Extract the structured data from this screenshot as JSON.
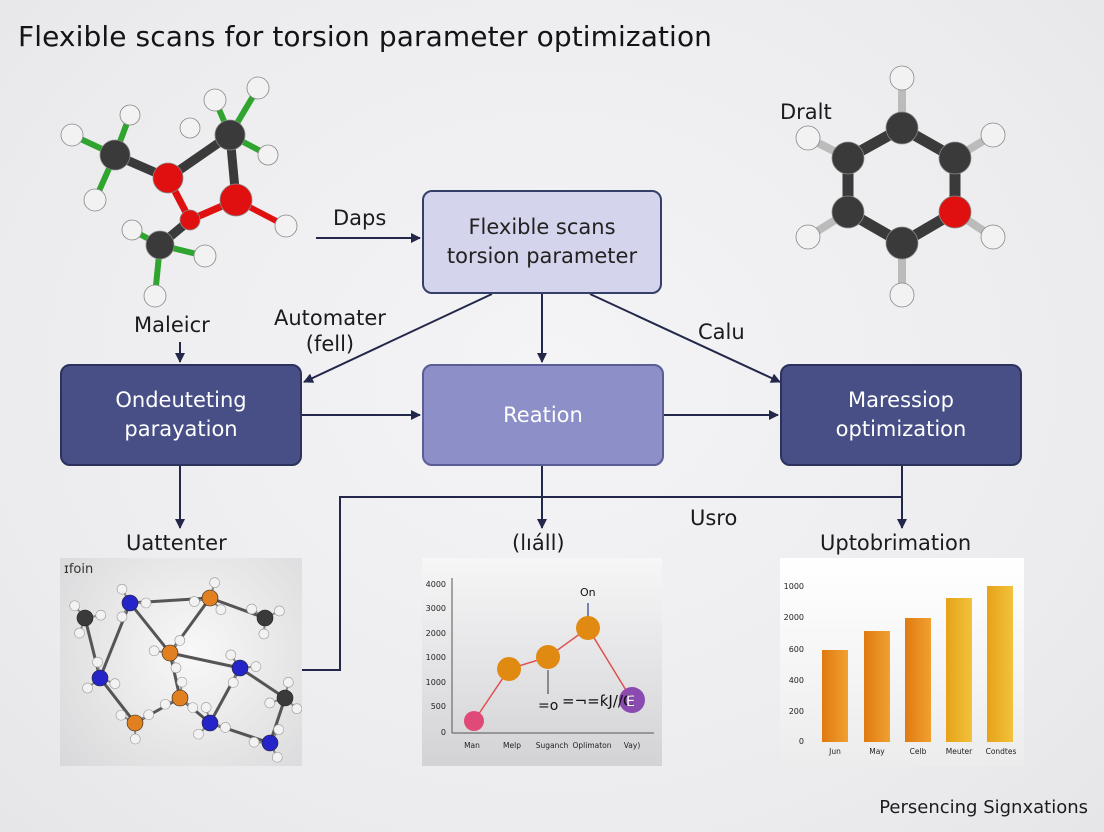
{
  "title": "Flexible scans for torsion parameter optimization",
  "molecule_labels": {
    "top_right": "Dralt",
    "left": "Maleicr"
  },
  "edge_labels": {
    "daps": "Daps",
    "automater": "Automater\n(fell)",
    "calu": "Calu",
    "usro": "Usro"
  },
  "boxes": {
    "top": "Flexible scans\ntorsion parameter",
    "left": "Ondeuteting\nparayation",
    "middle": "Reation",
    "right": "Maressiop\noptimization"
  },
  "panel_titles": {
    "left": "Uattenter",
    "middle": "(lıáll)",
    "right": "Uptobrimation"
  },
  "left_panel_tag": "ɪfoin",
  "line_chart": {
    "y_ticks": [
      "4000",
      "3000",
      "2000",
      "1000",
      "1000",
      "500",
      "0"
    ],
    "x_ticks": [
      "Man",
      "Melp",
      "Suganch",
      "Oplimaton",
      "Vay)"
    ],
    "annotations": {
      "on": "On",
      "eq": "=o",
      "formula": "=¬=ƙJ//C",
      "e": "E"
    }
  },
  "bar_chart": {
    "y_ticks": [
      "1000",
      "2000",
      "600",
      "400",
      "200",
      "0"
    ],
    "x_ticks": [
      "Jun",
      "May",
      "Celb",
      "Meuter",
      "Condtes"
    ]
  },
  "footer": "Persencing Signxations",
  "colors": {
    "box_dark": "#474f86",
    "box_mid": "#8d8fc8",
    "box_top": "#d4d4ec",
    "carbon": "#3a3a3a",
    "oxygen": "#e01010",
    "hydrogen": "#f2f2f2",
    "bond_green": "#2fa52f",
    "nitrogen": "#2424c8",
    "phos": "#e08020",
    "bar": "#f0a020"
  }
}
